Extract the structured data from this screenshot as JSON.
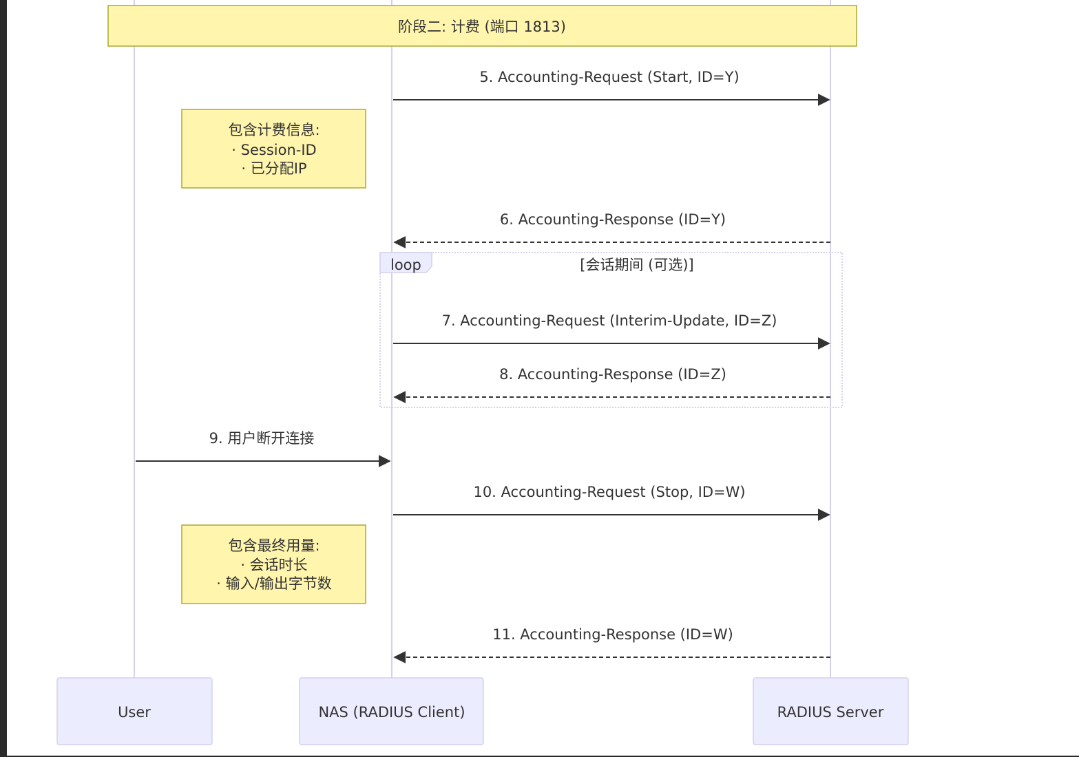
{
  "phase": {
    "label": "阶段二: 计费 (端口 1813)"
  },
  "actors": [
    {
      "id": "user",
      "label": "User"
    },
    {
      "id": "nas",
      "label": "NAS (RADIUS Client)"
    },
    {
      "id": "radius",
      "label": "RADIUS Server"
    }
  ],
  "messages": [
    {
      "label": "5. Accounting-Request (Start, ID=Y)",
      "from": "nas",
      "to": "radius",
      "style": "solid"
    },
    {
      "label": "6. Accounting-Response (ID=Y)",
      "from": "radius",
      "to": "nas",
      "style": "dashed"
    },
    {
      "label": "7. Accounting-Request (Interim-Update, ID=Z)",
      "from": "nas",
      "to": "radius",
      "style": "solid"
    },
    {
      "label": "8. Accounting-Response (ID=Z)",
      "from": "radius",
      "to": "nas",
      "style": "dashed"
    },
    {
      "label": "9. 用户断开连接",
      "from": "user",
      "to": "nas",
      "style": "solid"
    },
    {
      "label": "10. Accounting-Request (Stop, ID=W)",
      "from": "nas",
      "to": "radius",
      "style": "solid"
    },
    {
      "label": "11. Accounting-Response (ID=W)",
      "from": "radius",
      "to": "nas",
      "style": "dashed"
    }
  ],
  "notes": [
    {
      "lines": [
        "包含计费信息:",
        "· Session-ID",
        "· 已分配IP"
      ]
    },
    {
      "lines": [
        "包含最终用量:",
        "· 会话时长",
        "· 输入/输出字节数"
      ]
    }
  ],
  "loop": {
    "tag": "loop",
    "condition": "[会话期间 (可选)]"
  }
}
